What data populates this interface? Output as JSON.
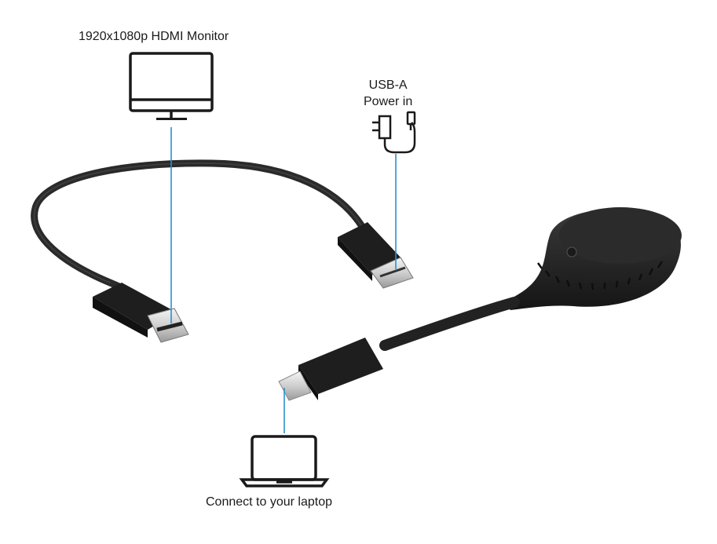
{
  "labels": {
    "monitor": "1920x1080p HDMI Monitor",
    "usb_line1": "USB-A",
    "usb_line2": "Power in",
    "laptop": "Connect to your laptop"
  },
  "icons": {
    "monitor": "monitor-icon",
    "power_adapter": "power-adapter-icon",
    "laptop": "laptop-icon"
  },
  "colors": {
    "callout_line": "#2b8fd0",
    "cable": "#2a2a2a",
    "icon_stroke": "#1a1a1a"
  }
}
